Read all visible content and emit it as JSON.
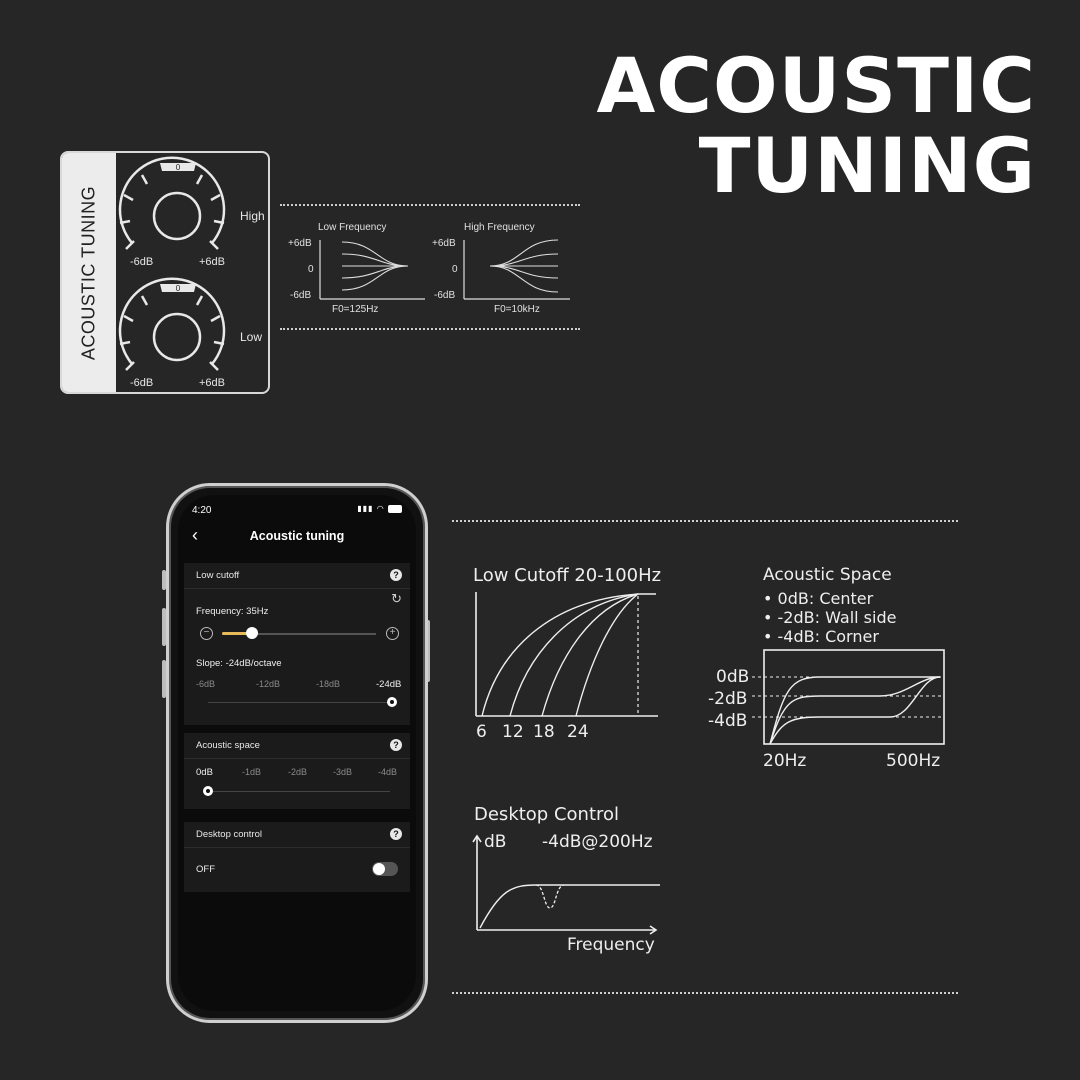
{
  "header": {
    "line1": "ACOUSTIC",
    "line2": "TUNING"
  },
  "panel": {
    "vertical_label": "ACOUSTIC TUNING",
    "knobs": [
      {
        "name": "High",
        "center_value": "0",
        "min_label": "-6dB",
        "max_label": "+6dB"
      },
      {
        "name": "Low",
        "center_value": "0",
        "min_label": "-6dB",
        "max_label": "+6dB"
      }
    ]
  },
  "small_graphs": [
    {
      "title": "Low Frequency",
      "y_labels": [
        "+6dB",
        "0",
        "-6dB"
      ],
      "footer": "F0=125Hz"
    },
    {
      "title": "High Frequency",
      "y_labels": [
        "+6dB",
        "0",
        "-6dB"
      ],
      "footer": "F0=10kHz"
    }
  ],
  "phone": {
    "time": "4:20",
    "nav_title": "Acoustic tuning",
    "low_cutoff": {
      "title": "Low cutoff",
      "frequency_label": "Frequency: 35Hz",
      "frequency_fraction": 0.19,
      "slope_label": "Slope: -24dB/octave",
      "slope_options": [
        "-6dB",
        "-12dB",
        "-18dB",
        "-24dB"
      ],
      "slope_selected": 3
    },
    "acoustic_space": {
      "title": "Acoustic space",
      "options": [
        "0dB",
        "-1dB",
        "-2dB",
        "-3dB",
        "-4dB"
      ],
      "selected": 0
    },
    "desktop_control": {
      "title": "Desktop control",
      "state_label": "OFF",
      "on": false
    }
  },
  "graphs": {
    "low_cutoff": {
      "title": "Low Cutoff  20-100Hz",
      "x_labels": [
        "6",
        "12",
        "18",
        "24"
      ]
    },
    "acoustic_space": {
      "title": "Acoustic Space",
      "bullets": [
        "0dB: Center",
        "-2dB: Wall side",
        "-4dB: Corner"
      ],
      "y_labels": [
        "0dB",
        "-2dB",
        "-4dB"
      ],
      "x_labels": [
        "20Hz",
        "500Hz"
      ]
    },
    "desktop_control": {
      "title": "Desktop Control",
      "y_label": "dB",
      "annotation": "-4dB@200Hz",
      "x_label": "Frequency"
    }
  }
}
